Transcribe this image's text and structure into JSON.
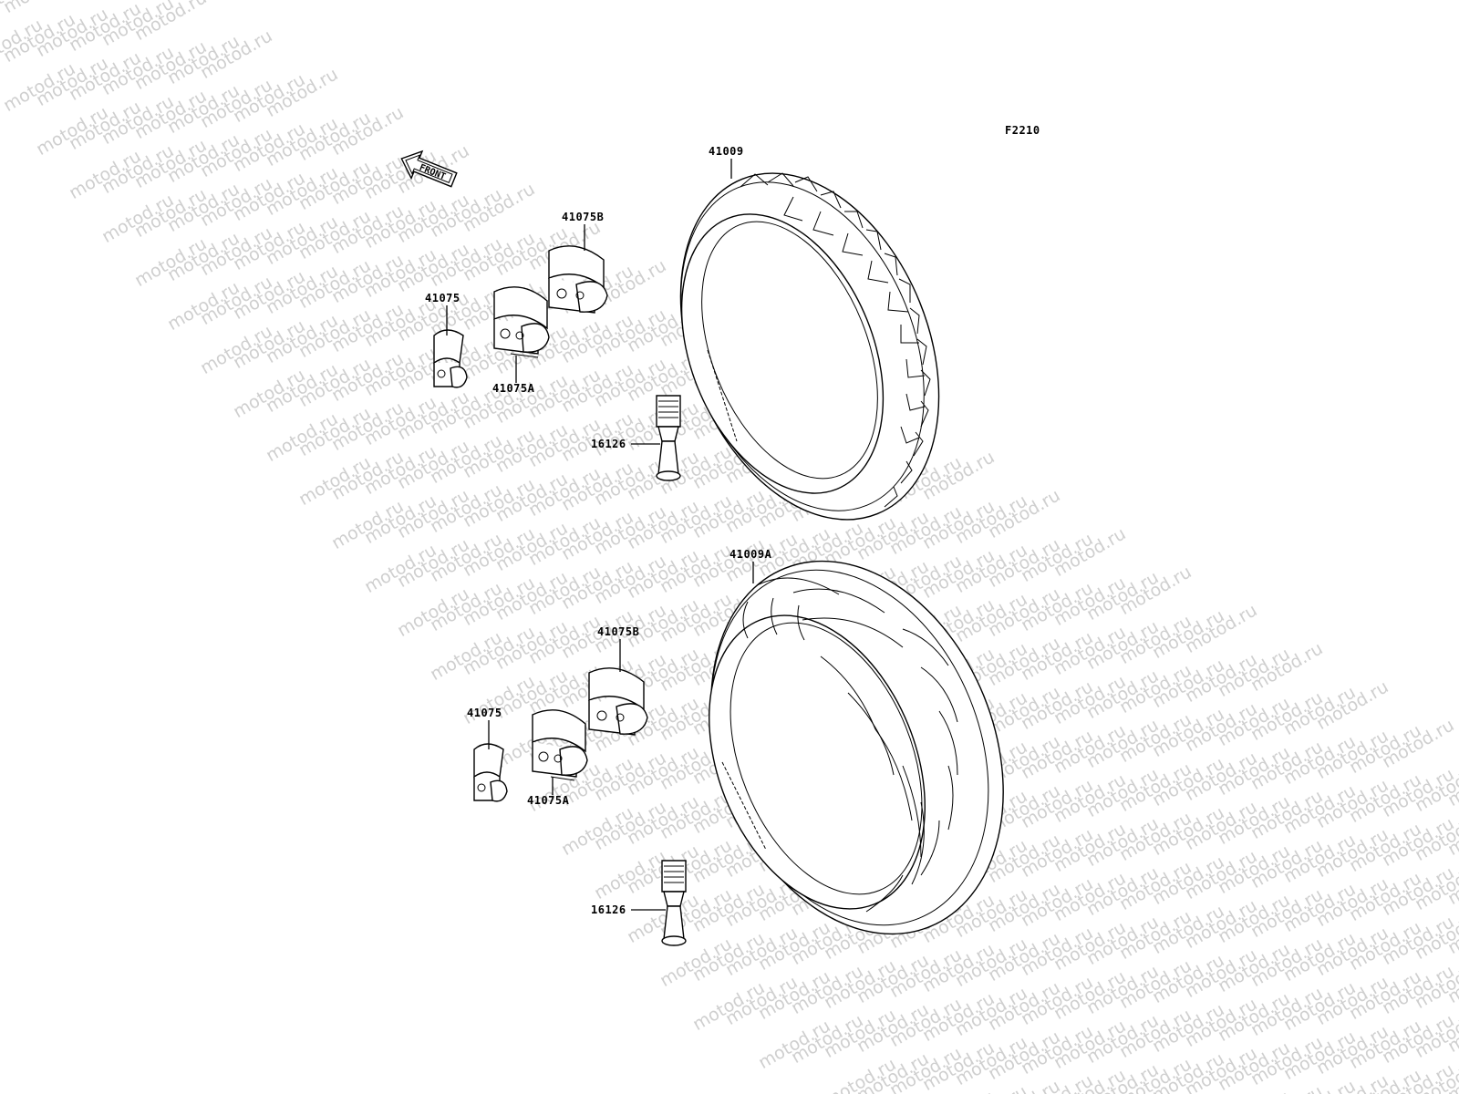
{
  "diagram_code": "F2210",
  "watermark_text": "motod.ru",
  "front_arrow_label": "FRONT",
  "front_assembly": {
    "tire_part": "41009",
    "valve_part": "16126",
    "weight_part": "41075",
    "weight_part_a": "41075A",
    "weight_part_b": "41075B"
  },
  "rear_assembly": {
    "tire_part": "41009A",
    "valve_part": "16126",
    "weight_part": "41075",
    "weight_part_a": "41075A",
    "weight_part_b": "41075B"
  }
}
